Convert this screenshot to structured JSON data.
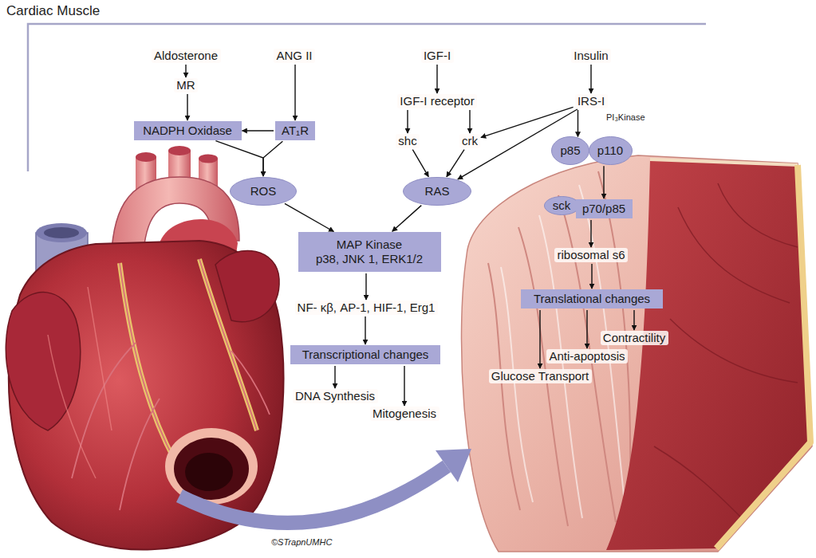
{
  "diagram": {
    "title": "Cardiac Muscle",
    "nodes": [
      {
        "text": [
          "Aldosterone"
        ]
      },
      {
        "text": [
          "ANG II"
        ]
      },
      {
        "text": [
          "IGF-I"
        ]
      },
      {
        "text": [
          "Insulin"
        ]
      },
      {
        "text": [
          "MR"
        ]
      },
      {
        "text": [
          "IGF-I receptor"
        ]
      },
      {
        "text": [
          "IRS-I"
        ]
      },
      {
        "text": [
          "NADPH Oxidase"
        ]
      },
      {
        "text": [
          "AT₁R"
        ]
      },
      {
        "text": [
          "shc"
        ]
      },
      {
        "text": [
          "crk"
        ]
      },
      {
        "text": [
          "p85"
        ]
      },
      {
        "text": [
          "p110"
        ]
      },
      {
        "text": [
          "ROS"
        ]
      },
      {
        "text": [
          "RAS"
        ]
      },
      {
        "text": [
          "sck"
        ]
      },
      {
        "text": [
          "p70/p85"
        ]
      },
      {
        "text": [
          "MAP Kinase",
          "p38, JNK 1, ERK1/2"
        ]
      },
      {
        "text": [
          "ribosomal s6"
        ]
      },
      {
        "text": [
          "NF- κβ, AP-1, HIF-1, Erg1"
        ]
      },
      {
        "text": [
          "Translational changes"
        ]
      },
      {
        "text": [
          "Transcriptional changes"
        ]
      },
      {
        "text": [
          "Contractility"
        ]
      },
      {
        "text": [
          "Anti-apoptosis"
        ]
      },
      {
        "text": [
          "Glucose Transport"
        ]
      },
      {
        "text": [
          "DNA Synthesis"
        ]
      },
      {
        "text": [
          "Mitogenesis"
        ]
      }
    ],
    "edges": [
      {
        "from": 0,
        "to": 4,
        "arrow": "to"
      },
      {
        "from": 4,
        "to": 7,
        "arrow": "to"
      },
      {
        "from": 1,
        "to": 8,
        "arrow": "to"
      },
      {
        "from": 8,
        "to": 7,
        "arrow": "to"
      },
      {
        "from": 7,
        "to": 13,
        "arrow": "to"
      },
      {
        "from": 8,
        "to": 13,
        "arrow": "to"
      },
      {
        "from": 2,
        "to": 5,
        "arrow": "to"
      },
      {
        "from": 5,
        "to": 9,
        "arrow": "to"
      },
      {
        "from": 5,
        "to": 10,
        "arrow": "to"
      },
      {
        "from": 3,
        "to": 6,
        "arrow": "to"
      },
      {
        "from": 6,
        "to": 10,
        "arrow": "to"
      },
      {
        "from": 6,
        "to": 14,
        "arrow": "to"
      },
      {
        "from": 6,
        "to": 11,
        "arrow": "to"
      },
      {
        "from": 9,
        "to": 14,
        "arrow": "to"
      },
      {
        "from": 10,
        "to": 14,
        "arrow": "to"
      },
      {
        "from": 13,
        "to": 17,
        "arrow": "to"
      },
      {
        "from": 14,
        "to": 17,
        "arrow": "to"
      },
      {
        "from": 17,
        "to": 19,
        "arrow": "to"
      },
      {
        "from": 19,
        "to": 21,
        "arrow": "to"
      },
      {
        "from": 21,
        "to": 25,
        "arrow": "to"
      },
      {
        "from": 21,
        "to": 26,
        "arrow": "to"
      },
      {
        "from": 12,
        "to": 16,
        "arrow": "to"
      },
      {
        "from": 16,
        "to": 18,
        "arrow": "to"
      },
      {
        "from": 18,
        "to": 20,
        "arrow": "to"
      },
      {
        "from": 20,
        "to": 24,
        "arrow": "to"
      },
      {
        "from": 20,
        "to": 23,
        "arrow": "to"
      },
      {
        "from": 20,
        "to": 22,
        "arrow": "to"
      }
    ],
    "labels": [
      "PI₃Kinase",
      "©STrapnUMHC"
    ]
  }
}
